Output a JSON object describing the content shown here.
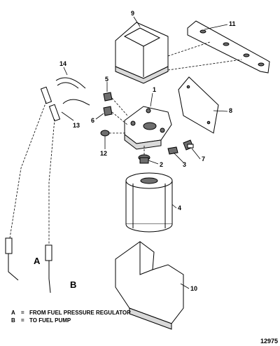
{
  "callouts": {
    "c1": "1",
    "c2": "2",
    "c3": "3",
    "c4": "4",
    "c5": "5",
    "c6": "6",
    "c7": "7",
    "c8": "8",
    "c9": "9",
    "c10": "10",
    "c11": "11",
    "c12": "12",
    "c13": "13",
    "c14": "14"
  },
  "line_labels": {
    "a": "A",
    "b": "B"
  },
  "legend": {
    "a_key": "A",
    "a_eq": "=",
    "a_text": "FROM FUEL PRESSURE REGULATOR",
    "b_key": "B",
    "b_eq": "=",
    "b_text": "TO FUEL PUMP"
  },
  "figure_id": "12975"
}
